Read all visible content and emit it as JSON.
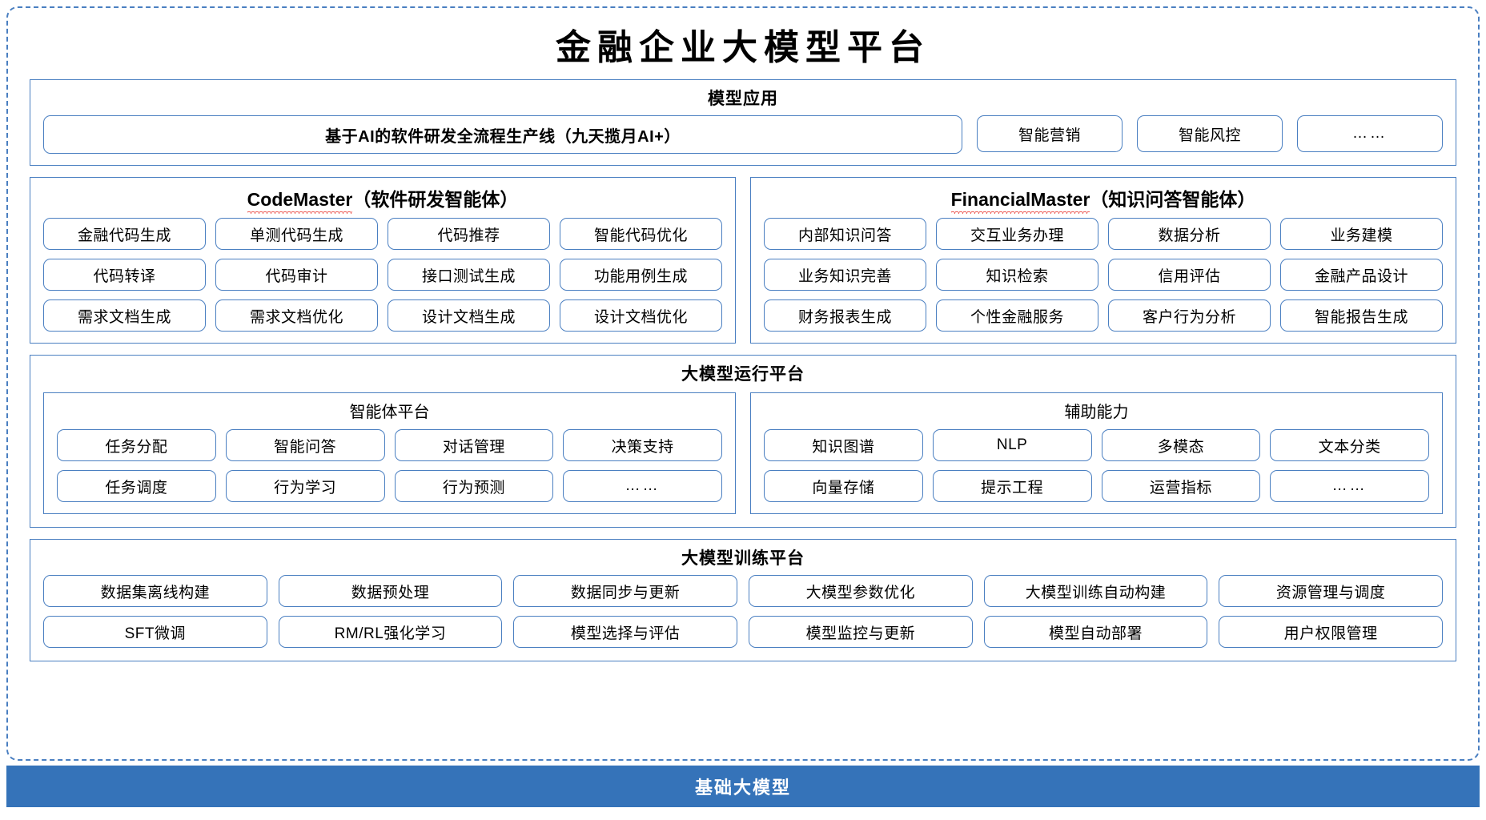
{
  "page": {
    "title": "金融企业大模型平台",
    "accent_border": "#4a7fc1",
    "footer_bg": "#3573b9",
    "spellcheck_underline": "#e8312a"
  },
  "applications": {
    "title": "模型应用",
    "primary": "基于AI的软件研发全流程生产线（九天揽月AI+）",
    "items": [
      {
        "label": "智能营销"
      },
      {
        "label": "智能风控"
      },
      {
        "label": "……"
      }
    ]
  },
  "agents": [
    {
      "name": "CodeMaster",
      "suffix": "（软件研发智能体）",
      "items": [
        {
          "label": "金融代码生成"
        },
        {
          "label": "单测代码生成"
        },
        {
          "label": "代码推荐"
        },
        {
          "label": "智能代码优化"
        },
        {
          "label": "代码转译"
        },
        {
          "label": "代码审计"
        },
        {
          "label": "接口测试生成"
        },
        {
          "label": "功能用例生成"
        },
        {
          "label": "需求文档生成"
        },
        {
          "label": "需求文档优化"
        },
        {
          "label": "设计文档生成"
        },
        {
          "label": "设计文档优化"
        }
      ]
    },
    {
      "name": "FinancialMaster",
      "suffix": "（知识问答智能体）",
      "items": [
        {
          "label": "内部知识问答"
        },
        {
          "label": "交互业务办理"
        },
        {
          "label": "数据分析"
        },
        {
          "label": "业务建模"
        },
        {
          "label": "业务知识完善"
        },
        {
          "label": "知识检索"
        },
        {
          "label": "信用评估"
        },
        {
          "label": "金融产品设计"
        },
        {
          "label": "财务报表生成"
        },
        {
          "label": "个性金融服务"
        },
        {
          "label": "客户行为分析"
        },
        {
          "label": "智能报告生成"
        }
      ]
    }
  ],
  "runtime": {
    "title": "大模型运行平台",
    "columns": [
      {
        "title": "智能体平台",
        "items": [
          {
            "label": "任务分配"
          },
          {
            "label": "智能问答"
          },
          {
            "label": "对话管理"
          },
          {
            "label": "决策支持"
          },
          {
            "label": "任务调度"
          },
          {
            "label": "行为学习"
          },
          {
            "label": "行为预测"
          },
          {
            "label": "……"
          }
        ]
      },
      {
        "title": "辅助能力",
        "items": [
          {
            "label": "知识图谱"
          },
          {
            "label": "NLP"
          },
          {
            "label": "多模态"
          },
          {
            "label": "文本分类"
          },
          {
            "label": "向量存储"
          },
          {
            "label": "提示工程"
          },
          {
            "label": "运营指标"
          },
          {
            "label": "……"
          }
        ]
      }
    ]
  },
  "training": {
    "title": "大模型训练平台",
    "items": [
      {
        "label": "数据集离线构建"
      },
      {
        "label": "数据预处理"
      },
      {
        "label": "数据同步与更新"
      },
      {
        "label": "大模型参数优化"
      },
      {
        "label": "大模型训练自动构建"
      },
      {
        "label": "资源管理与调度"
      },
      {
        "label": "SFT微调"
      },
      {
        "label": "RM/RL强化学习"
      },
      {
        "label": "模型选择与评估"
      },
      {
        "label": "模型监控与更新"
      },
      {
        "label": "模型自动部署"
      },
      {
        "label": "用户权限管理"
      }
    ]
  },
  "footer": {
    "label": "基础大模型"
  }
}
